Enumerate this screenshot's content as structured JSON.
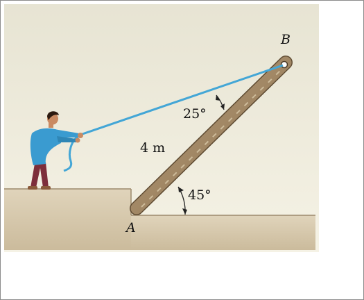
{
  "diagram": {
    "labels": {
      "point_a": "A",
      "point_b": "B",
      "length": "4 m",
      "rope_angle": "25°",
      "ground_angle": "45°"
    },
    "colors": {
      "background_top": "#e9e6d6",
      "background_bottom": "#f6f3e6",
      "ground": "#d8cbb3",
      "ground_edge": "#b9a98c",
      "pole": "#a08866",
      "pole_dark": "#6f5a3e",
      "rope": "#43a6d6",
      "shirt": "#3a9bd0",
      "pants": "#7d2e3a",
      "skin": "#c98a62",
      "hair": "#2c1a10"
    },
    "icons": [
      "person-pulling-rope",
      "pole",
      "rope",
      "pin-joint"
    ]
  }
}
